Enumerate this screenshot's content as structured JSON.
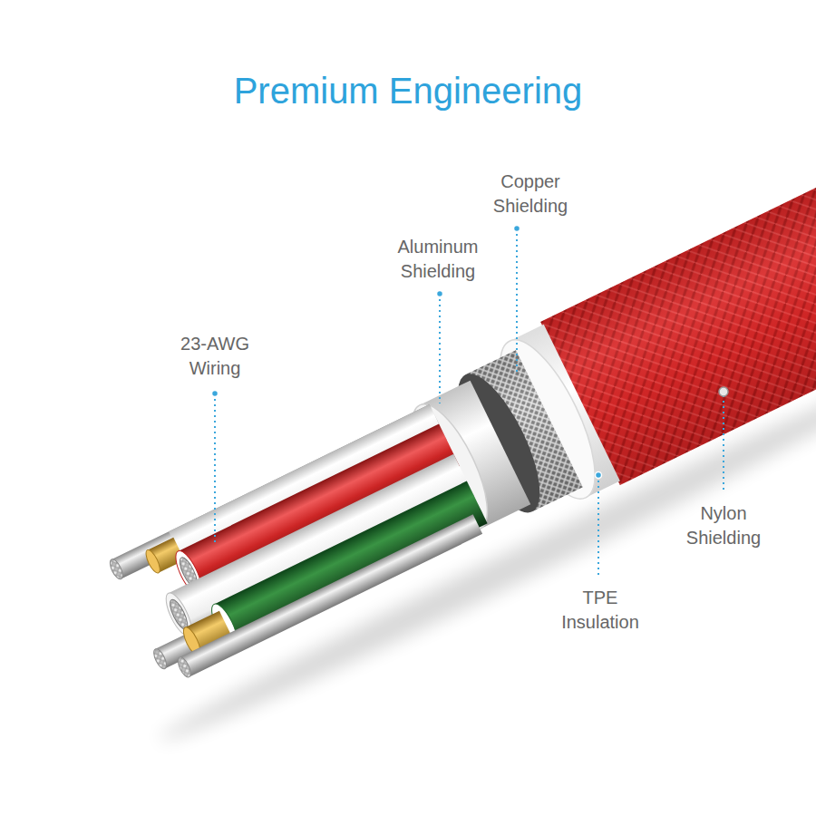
{
  "diagram": {
    "title": "Premium Engineering",
    "labels": [
      "Copper Shielding",
      "Aluminum Shielding",
      "23-AWG Wiring",
      "Nylon Shielding",
      "TPE Insulation"
    ]
  }
}
